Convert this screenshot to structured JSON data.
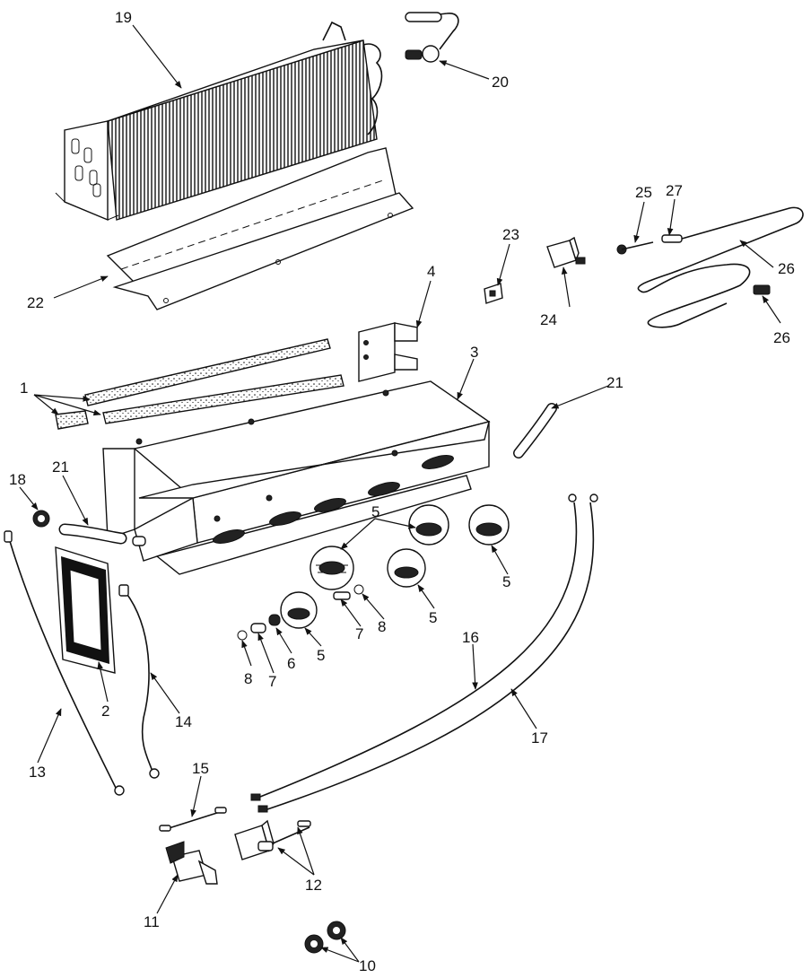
{
  "callouts": {
    "c1": "1",
    "c2": "2",
    "c3": "3",
    "c4": "4",
    "c5a": "5",
    "c5b": "5",
    "c5c": "5",
    "c5d": "5",
    "c6": "6",
    "c7a": "7",
    "c7b": "7",
    "c8a": "8",
    "c8b": "8",
    "c10": "10",
    "c11": "11",
    "c12": "12",
    "c13": "13",
    "c14": "14",
    "c15": "15",
    "c16": "16",
    "c17": "17",
    "c18": "18",
    "c19": "19",
    "c20": "20",
    "c21a": "21",
    "c21b": "21",
    "c22": "22",
    "c23": "23",
    "c24": "24",
    "c25": "25",
    "c26a": "26",
    "c26b": "26",
    "c27": "27"
  }
}
